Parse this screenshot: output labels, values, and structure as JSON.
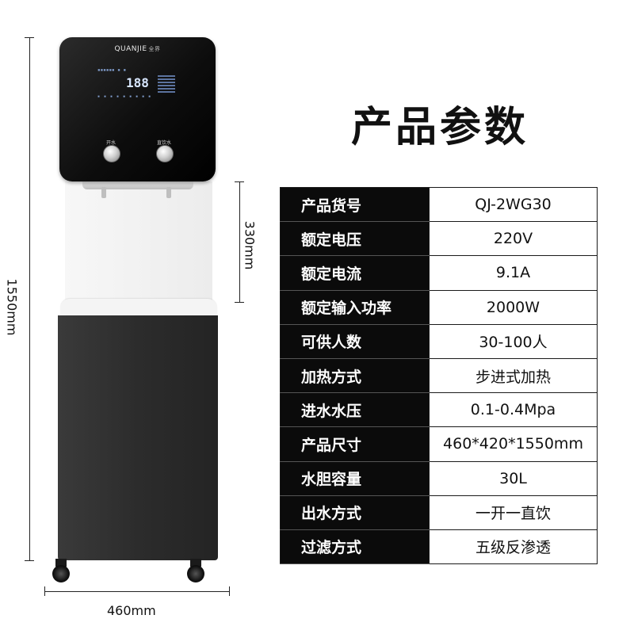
{
  "title": "产品参数",
  "dimensions": {
    "height": "1550mm",
    "upper_height": "330mm",
    "width": "460mm"
  },
  "machine": {
    "brand": "QUANJIE",
    "brand_cn": "全界",
    "lcd_temp": "188",
    "button_left": "开水",
    "button_right": "直饮水"
  },
  "specs": [
    {
      "label": "产品货号",
      "value": "QJ-2WG30"
    },
    {
      "label": "额定电压",
      "value": "220V"
    },
    {
      "label": "额定电流",
      "value": "9.1A"
    },
    {
      "label": "额定输入功率",
      "value": "2000W"
    },
    {
      "label": "可供人数",
      "value": "30-100人"
    },
    {
      "label": "加热方式",
      "value": "步进式加热"
    },
    {
      "label": "进水水压",
      "value": "0.1-0.4Mpa"
    },
    {
      "label": "产品尺寸",
      "value": "460*420*1550mm"
    },
    {
      "label": "水胆容量",
      "value": "30L"
    },
    {
      "label": "出水方式",
      "value": "一开一直饮"
    },
    {
      "label": "过滤方式",
      "value": "五级反渗透"
    }
  ],
  "colors": {
    "label_bg": "#0b0b0b",
    "label_text": "#ffffff",
    "border": "#1a1a1a"
  }
}
